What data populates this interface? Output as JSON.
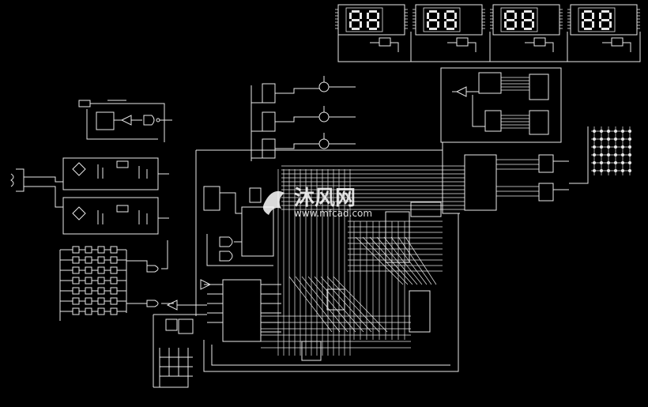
{
  "watermark": {
    "brand": "沐风网",
    "url": "www.mfcad.com"
  },
  "displays": {
    "count": 4,
    "digits_per_display": 2,
    "digit_text": "88"
  },
  "colors": {
    "background": "#000000",
    "wire": "#e8e8e8",
    "watermark": "#ffffff"
  }
}
